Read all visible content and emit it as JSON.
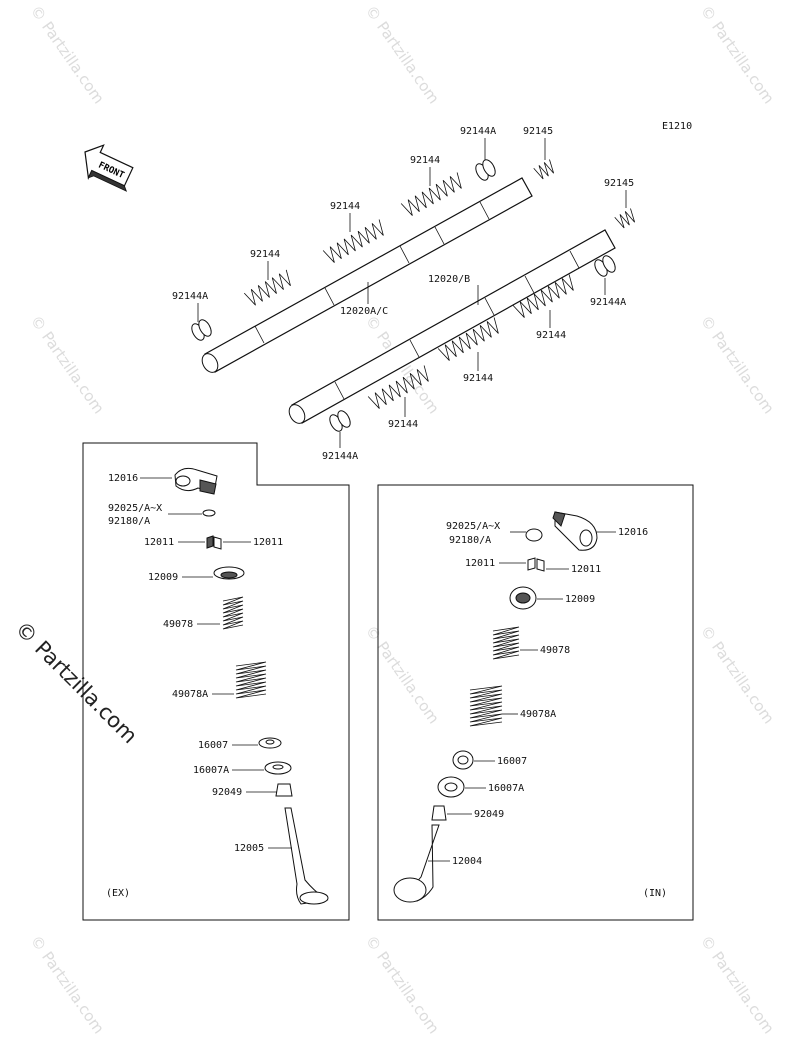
{
  "diagram_code": "E1210",
  "front_label": "FRONT",
  "watermark_text": "© Partzilla.com",
  "side_watermark": "© Partzilla.com",
  "top_labels": {
    "l92144A_top": "92144A",
    "l92145_top": "92145",
    "l92144_a": "92144",
    "l92144_b": "92144",
    "l92144_c": "92144",
    "l92144A_left": "92144A",
    "l12020AC": "12020A/C",
    "l12020B": "12020/B",
    "l92145_right": "92145",
    "l92144A_right": "92144A",
    "l92144_d": "92144",
    "l92144_e": "92144",
    "l92144_f": "92144",
    "l92144A_bottom": "92144A"
  },
  "ex_panel": {
    "title": "(EX)",
    "labels": {
      "rocker": "12016",
      "adj_a": "92025/A~X",
      "adj_b": "92180/A",
      "cotter_l": "12011",
      "cotter_r": "12011",
      "retainer": "12009",
      "inner_spring": "49078",
      "outer_spring": "49078A",
      "seat": "16007",
      "seat_a": "16007A",
      "seal": "92049",
      "valve": "12005"
    }
  },
  "in_panel": {
    "title": "(IN)",
    "labels": {
      "adj_a": "92025/A~X",
      "adj_b": "92180/A",
      "rocker": "12016",
      "cotter_l": "12011",
      "cotter_r": "12011",
      "retainer": "12009",
      "inner_spring": "49078",
      "outer_spring": "49078A",
      "seat": "16007",
      "seat_a": "16007A",
      "seal": "92049",
      "valve": "12004"
    }
  }
}
